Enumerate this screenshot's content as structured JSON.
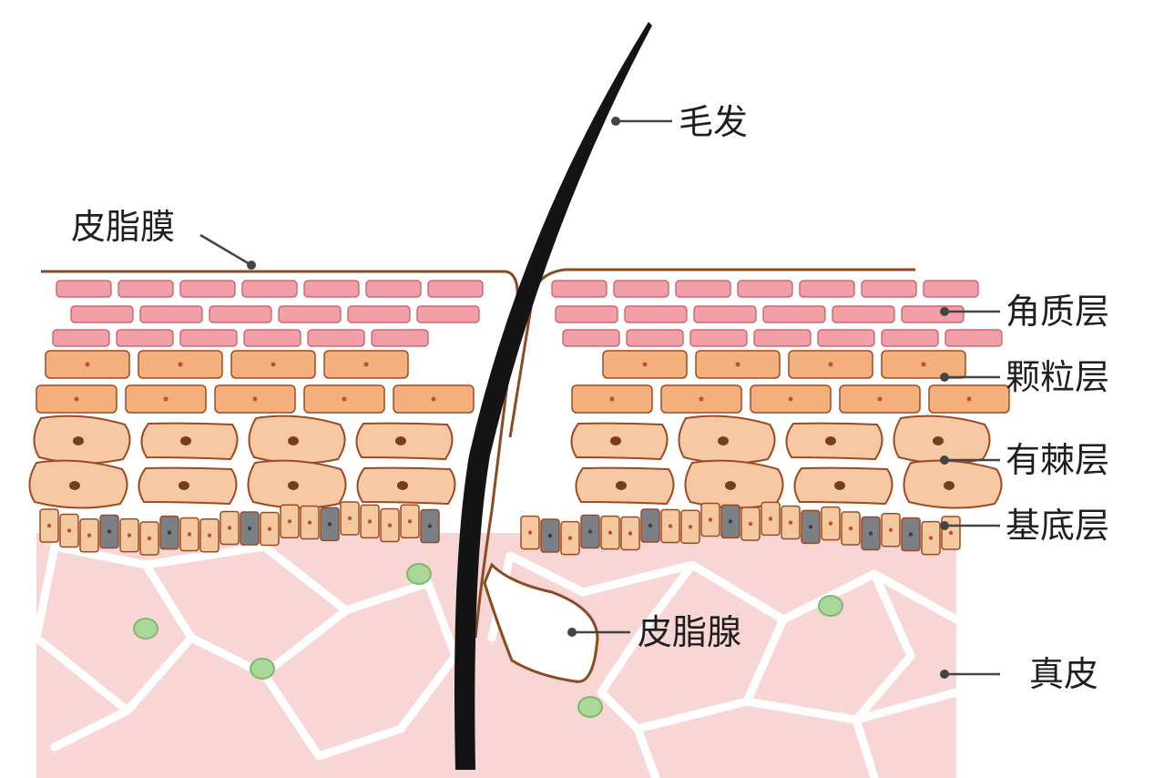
{
  "labels": {
    "hair": "毛发",
    "sebum_film": "皮脂膜",
    "stratum_corneum": "角质层",
    "stratum_granulosum": "颗粒层",
    "stratum_spinosum": "有棘层",
    "stratum_basale": "基底层",
    "sebaceous_gland": "皮脂腺",
    "dermis": "真皮"
  },
  "colors": {
    "corneum_fill": "#f2a0a8",
    "corneum_stroke": "#c45560",
    "granulosum_fill": "#f4b07c",
    "spinosum_fill": "#f6c9a4",
    "cell_stroke": "#9b4a22",
    "nucleus": "#7a3c20",
    "basal_fill": "#f5c9a0",
    "basal_dark": "#7b7f86",
    "dermis": "#f8d6d6",
    "dermis_fiber": "#ffffff",
    "green_cell": "#a9d89a",
    "hair": "#141414",
    "outline": "#8b4a22"
  }
}
